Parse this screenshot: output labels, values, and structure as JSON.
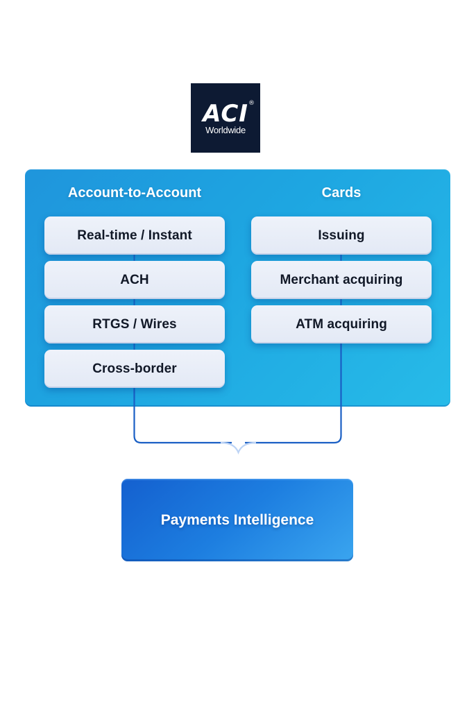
{
  "logo": {
    "mark": "ACI",
    "registered": "®",
    "subtitle": "Worldwide",
    "background": "#0d1a33"
  },
  "columns": [
    {
      "title": "Account-to-Account",
      "items": [
        {
          "label": "Real-time / Instant"
        },
        {
          "label": "ACH"
        },
        {
          "label": "RTGS / Wires"
        },
        {
          "label": "Cross-border"
        }
      ]
    },
    {
      "title": "Cards",
      "items": [
        {
          "label": "Issuing"
        },
        {
          "label": "Merchant acquiring"
        },
        {
          "label": "ATM acquiring"
        }
      ]
    }
  ],
  "target": {
    "label": "Payments Intelligence"
  },
  "colors": {
    "container": "#1ea6e1",
    "card": "#e8edf7",
    "connector": "#1a5fc4",
    "connector_stem": "#a9c9f5",
    "target_box": "#1d7ee0"
  }
}
